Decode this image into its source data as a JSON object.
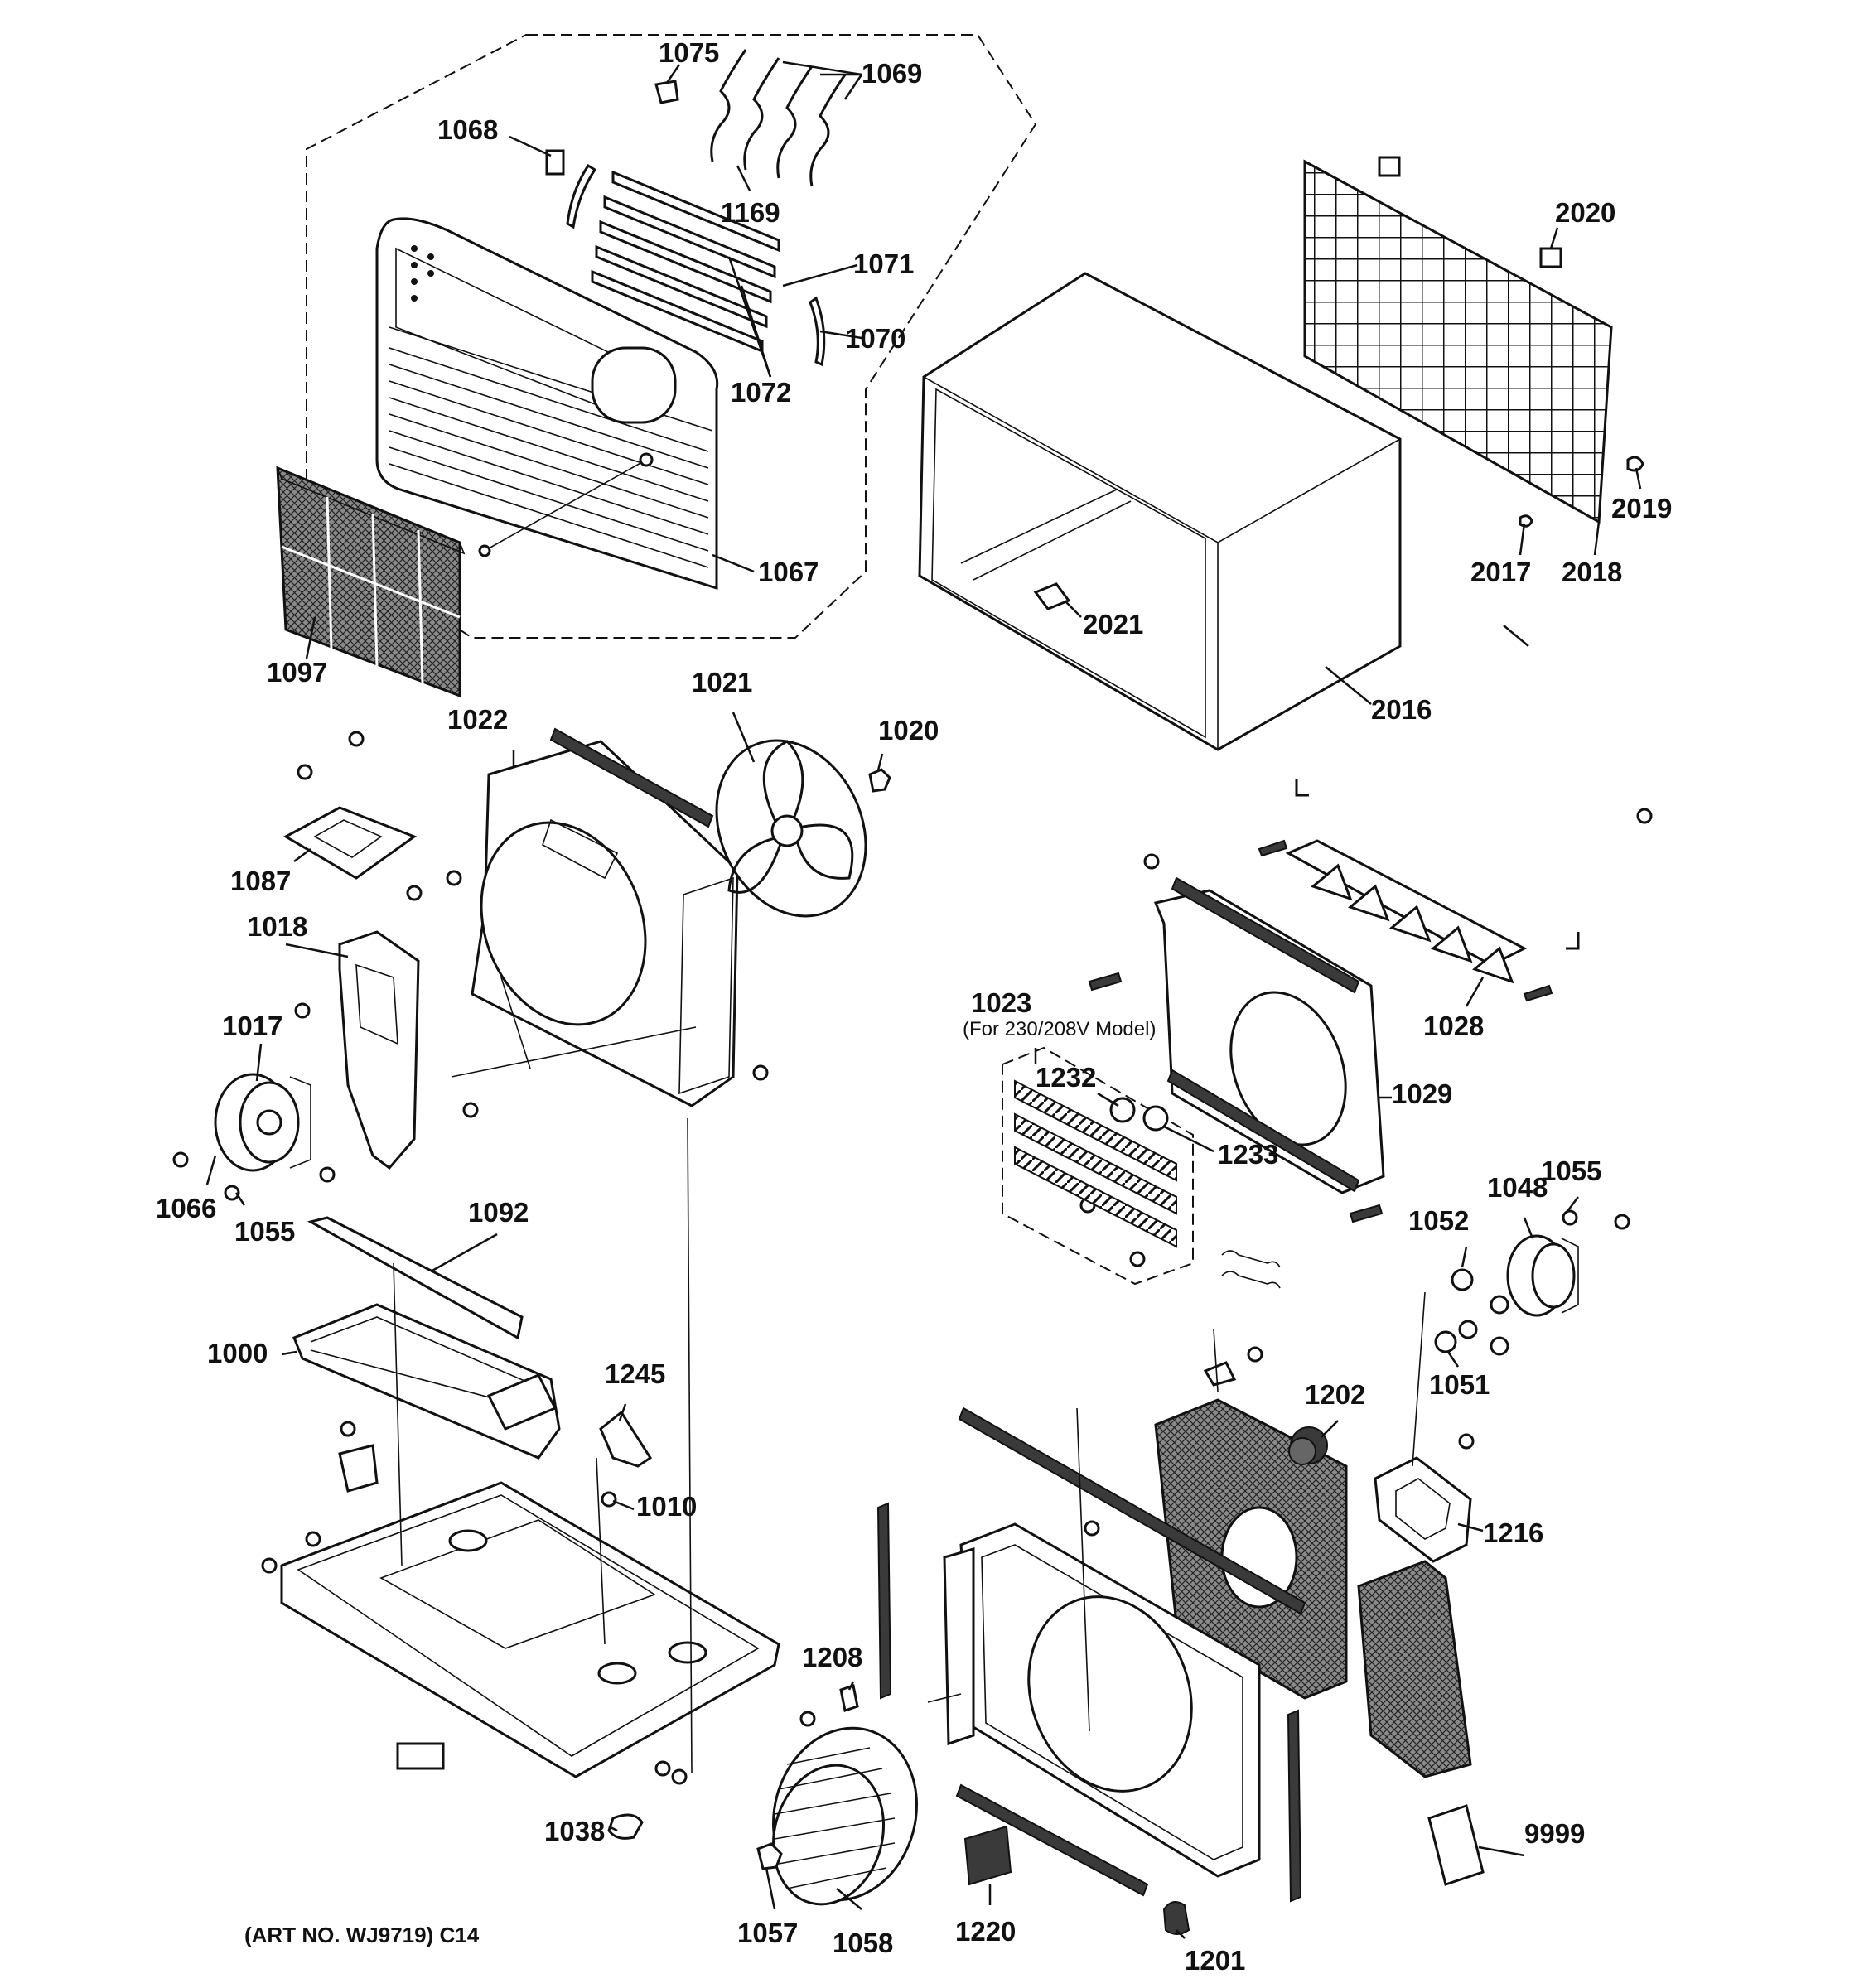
{
  "labels": {
    "p1075": "1075",
    "p1069": "1069",
    "p1068": "1068",
    "p1169": "1169",
    "p1071": "1071",
    "p1070": "1070",
    "p1072": "1072",
    "p1067": "1067",
    "p1097": "1097",
    "p2020": "2020",
    "p2019": "2019",
    "p2017": "2017",
    "p2018": "2018",
    "p2021": "2021",
    "p2016": "2016",
    "p1021": "1021",
    "p1020": "1020",
    "p1022": "1022",
    "p1087": "1087",
    "p1018": "1018",
    "p1017": "1017",
    "p1066": "1066",
    "p1055a": "1055",
    "p1092": "1092",
    "p1000": "1000",
    "p1245": "1245",
    "p1010": "1010",
    "p1038": "1038",
    "p1023": "1023",
    "p1023note": "(For 230/208V Model)",
    "p1232": "1232",
    "p1233": "1233",
    "p1029": "1029",
    "p1028": "1028",
    "p1048": "1048",
    "p1055b": "1055",
    "p1052": "1052",
    "p1051": "1051",
    "p1202": "1202",
    "p1216": "1216",
    "p1208": "1208",
    "p1057": "1057",
    "p1058": "1058",
    "p1220": "1220",
    "p1201": "1201",
    "p9999": "9999"
  },
  "art_number": "(ART NO. WJ9719) C14"
}
